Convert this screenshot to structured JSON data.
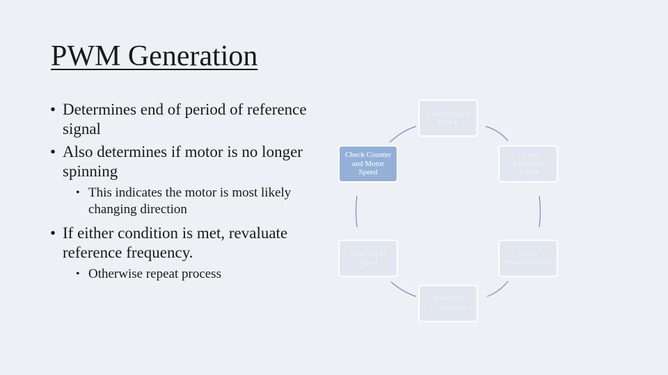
{
  "slide": {
    "title": "PWM Generation",
    "bullets": [
      {
        "level": 1,
        "text": "Determines end of period of reference signal"
      },
      {
        "level": 1,
        "text": "Also determines if motor is no longer spinning"
      },
      {
        "level": 2,
        "text": "This indicates the motor is most likely changing direction"
      },
      {
        "level": 1,
        "text": "If either condition is met, revaluate reference frequency."
      },
      {
        "level": 2,
        "text": "Otherwise repeat process"
      }
    ]
  },
  "cycle": {
    "nodes": [
      {
        "label": "Check Toggle Button",
        "highlighted": false
      },
      {
        "label": "Create Reference Signal",
        "highlighted": false
      },
      {
        "label": "Clarke Transformation",
        "highlighted": false
      },
      {
        "label": "SVPWM Calculation",
        "highlighted": false
      },
      {
        "label": "Send PWM Signal",
        "highlighted": false
      },
      {
        "label": "Check Counter and Motor Speed",
        "highlighted": true
      }
    ],
    "colors": {
      "highlight": "#94b0d8",
      "node_fill": "#e2e7ef",
      "connector": "#6d8fbf",
      "background": "#eef0f5"
    }
  }
}
